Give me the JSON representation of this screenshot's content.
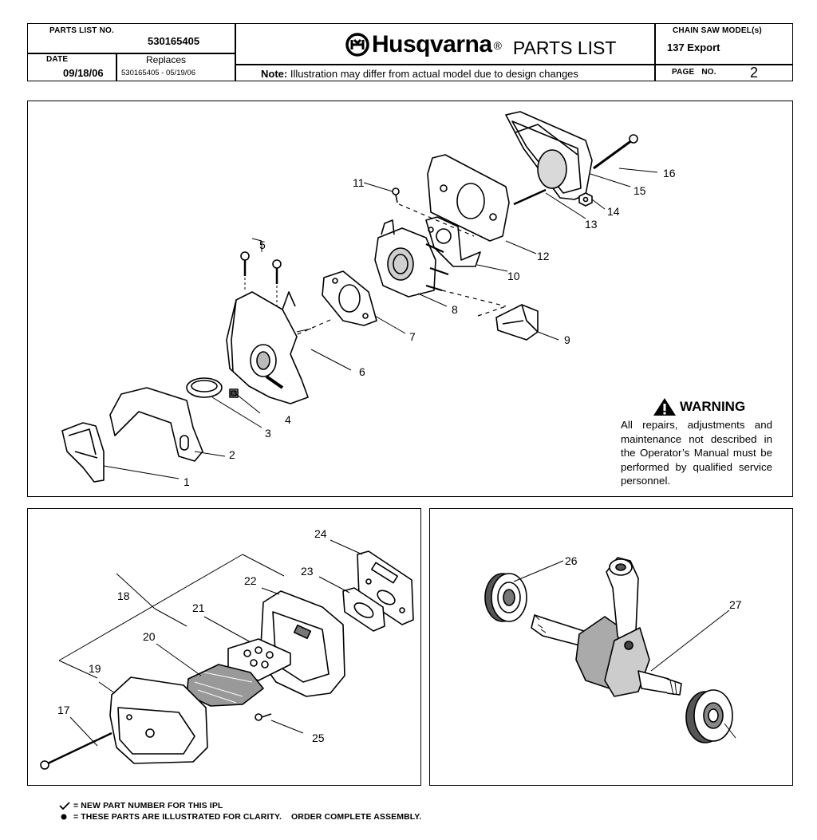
{
  "header": {
    "parts_list_no_label": "PARTS LIST NO.",
    "parts_list_no": "530165405",
    "date_label": "DATE",
    "date": "09/18/06",
    "replaces_label": "Replaces",
    "replaces": "530165405 - 05/19/06",
    "brand": "Husqvarna",
    "registered": "®",
    "title": "PARTS LIST",
    "note_label": "Note:",
    "note": "Illustration may differ from actual model due to design changes",
    "model_label": "CHAIN SAW MODEL(s)",
    "model": "137 Export",
    "page_label": "PAGE",
    "page_no_label": "NO.",
    "page_no": "2"
  },
  "callouts": {
    "c1": "1",
    "c2": "2",
    "c3": "3",
    "c4": "4",
    "c5": "5",
    "c6": "6",
    "c7": "7",
    "c8": "8",
    "c9": "9",
    "c10": "10",
    "c11": "11",
    "c12": "12",
    "c13": "13",
    "c14": "14",
    "c15": "15",
    "c16": "16",
    "c17": "17",
    "c18": "18",
    "c19": "19",
    "c20": "20",
    "c21": "21",
    "c22": "22",
    "c23": "23",
    "c24": "24",
    "c25": "25",
    "c26": "26",
    "c27": "27"
  },
  "warning": {
    "title": "WARNING",
    "text": "All repairs, adjustments and maintenance not described in the Operator’s Manual must be performed by qualified service personnel."
  },
  "legend": {
    "new_part": "= NEW PART NUMBER FOR THIS IPL",
    "clarity": "= THESE PARTS ARE ILLUSTRATED FOR CLARITY.    ORDER COMPLETE ASSEMBLY."
  }
}
